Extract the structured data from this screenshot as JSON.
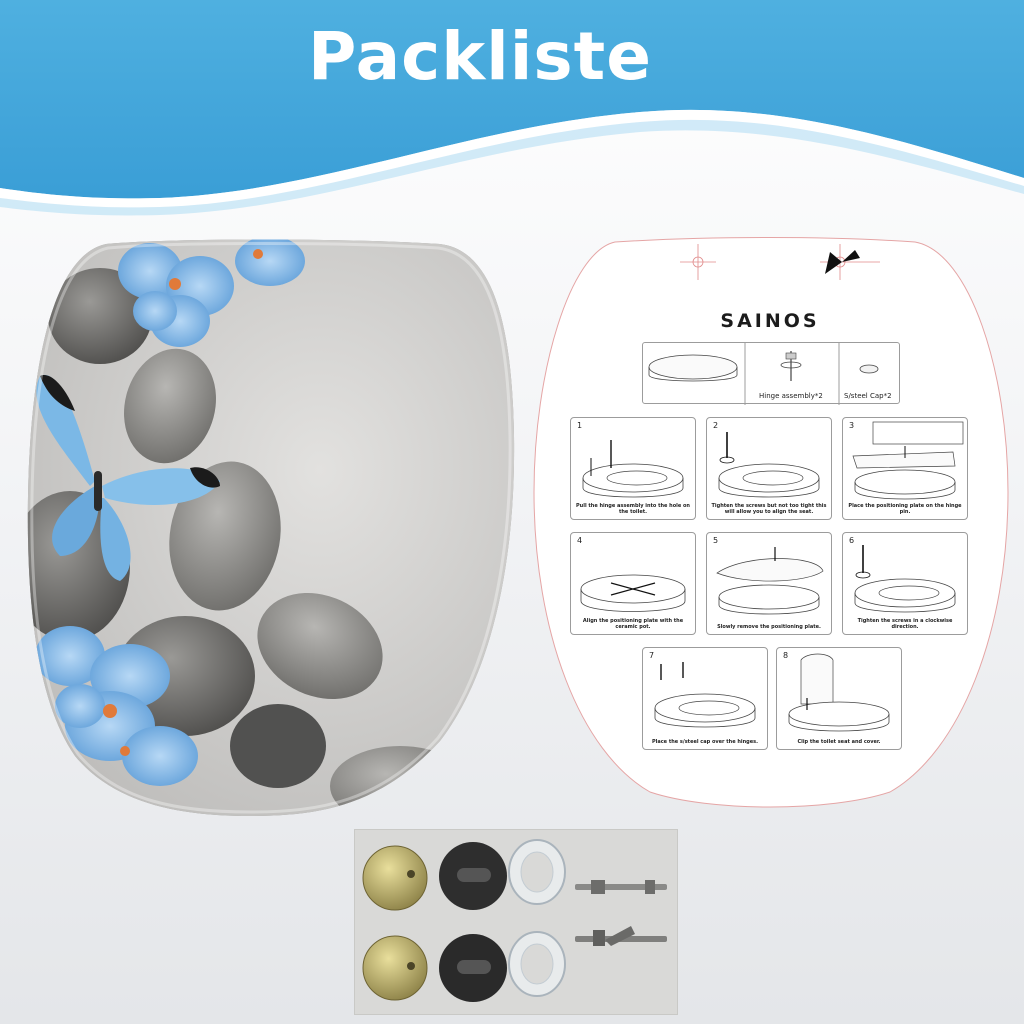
{
  "banner": {
    "title": "Packliste"
  },
  "instructions": {
    "brand": "SAINOS",
    "components": [
      {
        "label": ""
      },
      {
        "label": "Hinge assembly*2"
      },
      {
        "label": "S/steel Cap*2"
      }
    ],
    "steps": [
      {
        "number": "1",
        "caption": "Pull the hinge assembly into the hole on the toilet."
      },
      {
        "number": "2",
        "caption": "Tighten the screws but not too tight this will allow you to align the seat."
      },
      {
        "number": "3",
        "caption": "Place the positioning plate on the hinge pin."
      },
      {
        "number": "4",
        "caption": "Align the positioning plate with the ceramic pot."
      },
      {
        "number": "5",
        "caption": "Slowly remove the positioning plate."
      },
      {
        "number": "6",
        "caption": "Tighten the screws in a clockwise direction."
      },
      {
        "number": "7",
        "caption": "Place the s/steel cap over the hinges."
      },
      {
        "number": "8",
        "caption": "Clip the toilet seat and cover."
      }
    ]
  },
  "colors": {
    "banner_blue": "#45a9dc",
    "flower_blue": "#7fb8e8",
    "stone_grey": "#8c8c8c"
  }
}
